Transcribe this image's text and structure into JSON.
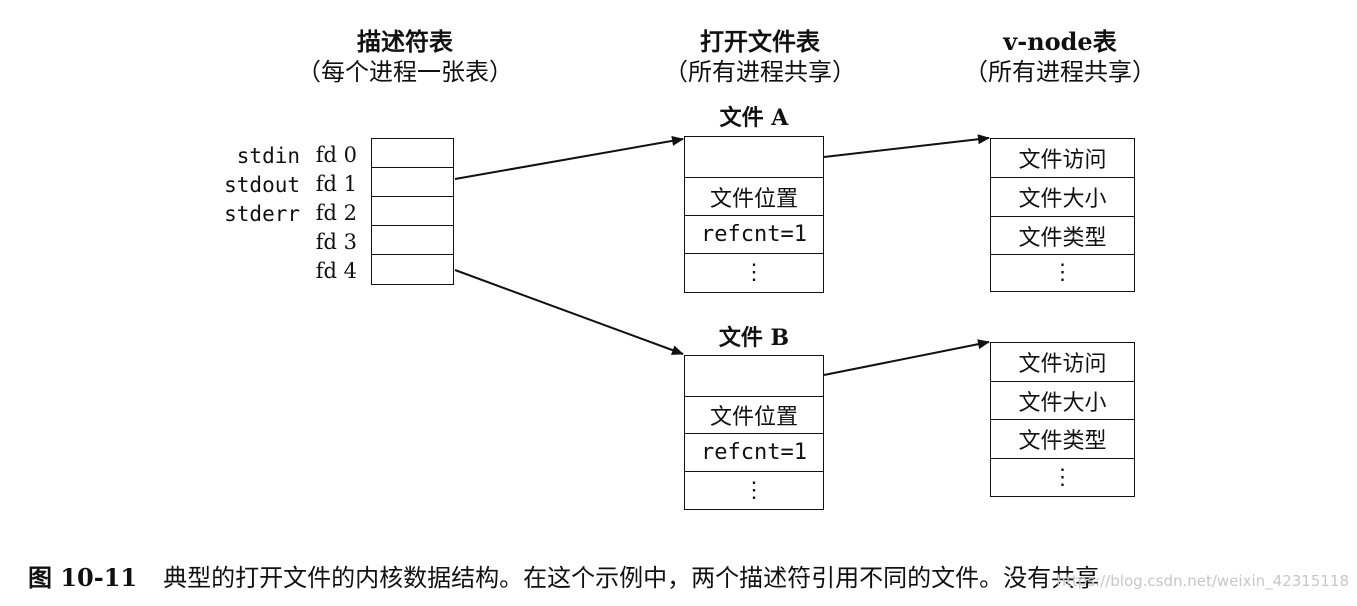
{
  "headers": {
    "descriptor_table": {
      "title": "描述符表",
      "subtitle": "（每个进程一张表）"
    },
    "open_file_table": {
      "title": "打开文件表",
      "subtitle": "（所有进程共享）"
    },
    "vnode_table": {
      "title": "v-node表",
      "subtitle": "（所有进程共享）"
    }
  },
  "descriptors": [
    {
      "stream": "stdin",
      "fd": "fd 0"
    },
    {
      "stream": "stdout",
      "fd": "fd 1"
    },
    {
      "stream": "stderr",
      "fd": "fd 2"
    },
    {
      "stream": "",
      "fd": "fd 3"
    },
    {
      "stream": "",
      "fd": "fd 4"
    }
  ],
  "open_files": [
    {
      "title": "文件 A",
      "position": "文件位置",
      "refcnt": "refcnt=1"
    },
    {
      "title": "文件 B",
      "position": "文件位置",
      "refcnt": "refcnt=1"
    }
  ],
  "vnodes": [
    {
      "access": "文件访问",
      "size": "文件大小",
      "type": "文件类型"
    },
    {
      "access": "文件访问",
      "size": "文件大小",
      "type": "文件类型"
    }
  ],
  "ellipsis": "⋮",
  "caption": {
    "number": "图 10-11",
    "text": "典型的打开文件的内核数据结构。在这个示例中，两个描述符引用不同的文件。没有共享"
  },
  "watermark": "https://blog.csdn.net/weixin_42315118"
}
